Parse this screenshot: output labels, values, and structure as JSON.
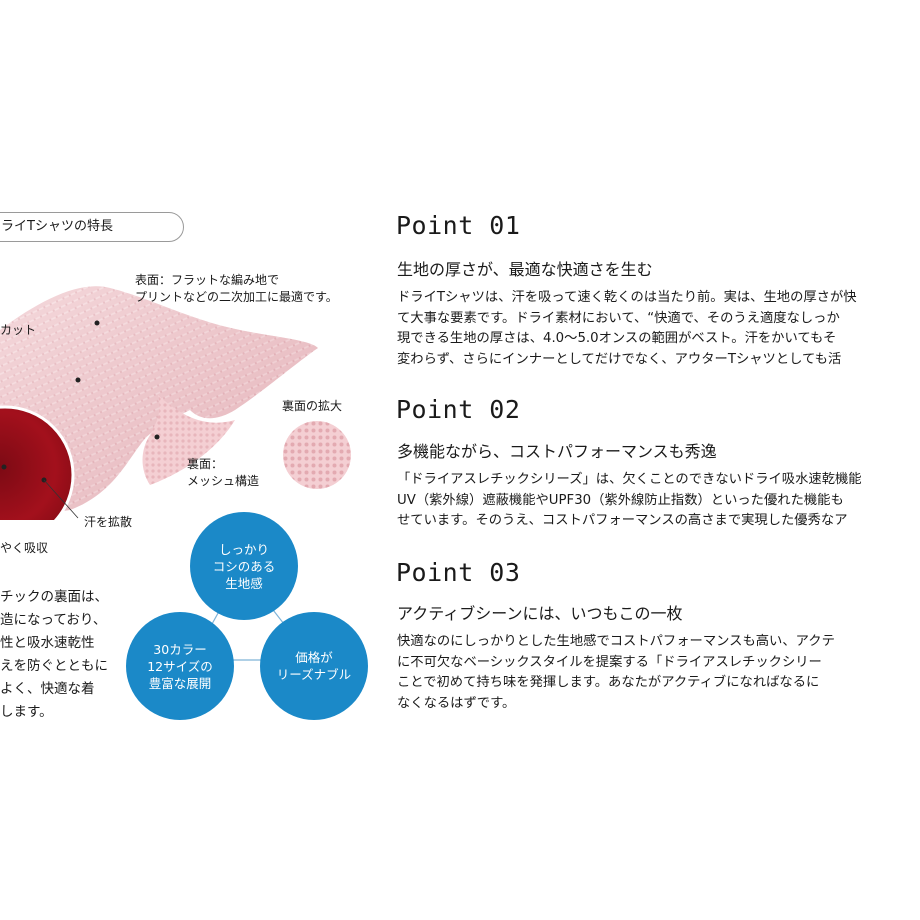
{
  "features_title": "ライTシャツの特長",
  "fabric": {
    "surface_label": [
      "表面：フラットな編み地で",
      "プリントなどの二次加工に最適です。"
    ],
    "uv_label": "カット",
    "back_zoom_label": "裏面の拡大",
    "back_label": [
      "裏面：",
      "メッシュ構造"
    ],
    "sweat_label": "汗を拡散",
    "absorb_label": "やく吸収",
    "colors": {
      "fabric": "#efc4c9",
      "swatch": "#a3101c",
      "zoom": "#f4cfd3"
    }
  },
  "left_text": [
    "チックの裏面は、",
    "造になっており、",
    "性と吸水速乾性",
    "えを防ぐとともに",
    "よく、快適な着",
    "します。"
  ],
  "circles": {
    "color": "#1b89c8",
    "top": [
      "しっかり",
      "コシのある",
      "生地感"
    ],
    "left": [
      "30カラー",
      "12サイズの",
      "豊富な展開"
    ],
    "right": [
      "価格が",
      "リーズナブル"
    ]
  },
  "points": [
    {
      "title": "Point 01",
      "heading": "生地の厚さが、最適な快適さを生む",
      "lines": [
        "ドライTシャツは、汗を吸って速く乾くのは当たり前。実は、生地の厚さが快",
        "て大事な要素です。ドライ素材において、“快適で、そのうえ適度なしっか",
        "現できる生地の厚さは、4.0〜5.0オンスの範囲がベスト。汗をかいてもそ",
        "変わらず、さらにインナーとしてだけでなく、アウターTシャツとしても活"
      ]
    },
    {
      "title": "Point 02",
      "heading": "多機能ながら、コストパフォーマンスも秀逸",
      "lines": [
        "「ドライアスレチックシリーズ」は、欠くことのできないドライ吸水速乾機能",
        "UV（紫外線）遮蔽機能やUPF30（紫外線防止指数）といった優れた機能も",
        "せています。そのうえ、コストパフォーマンスの高さまで実現した優秀なア"
      ]
    },
    {
      "title": "Point 03",
      "heading": "アクティブシーンには、いつもこの一枚",
      "lines": [
        "快適なのにしっかりとした生地感でコストパフォーマンスも高い、アクテ",
        "に不可欠なベーシックスタイルを提案する「ドライアスレチックシリー",
        "ことで初めて持ち味を発揮します。あなたがアクティブになればなるに",
        "なくなるはずです。"
      ]
    }
  ]
}
